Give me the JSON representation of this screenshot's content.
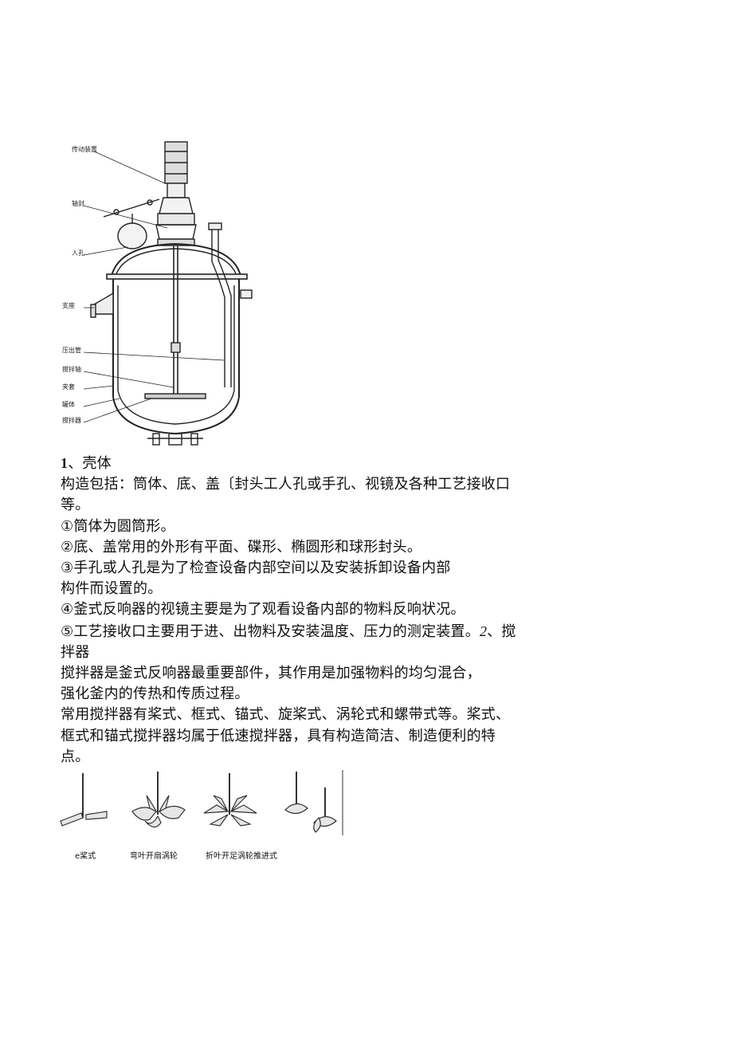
{
  "reactor_figure": {
    "labels": {
      "drive": "传动装置",
      "seal": "轴封",
      "manhole": "人孔",
      "support": "支座",
      "press_pipe": "压出管",
      "shaft": "搅拌轴",
      "jacket": "夹套",
      "kettle": "罐体",
      "agitator": "搅拌器"
    }
  },
  "text": {
    "heading_num": "1",
    "heading_text": "、壳体",
    "l2": "构造包括：筒体、底、盖〔封头工人孔或手孔、视镜及各种工艺接收口",
    "l3": "等。",
    "l4": "①筒体为圆筒形。",
    "l5": "②底、盖常用的外形有平面、碟形、椭圆形和球形封头。",
    "l6": "③手孔或人孔是为了检查设备内部空间以及安装拆卸设备内部",
    "l7": "构件而设置的。",
    "l8": "④釜式反响器的视镜主要是为了观看设备内部的物料反响状况。",
    "l9a": "⑤工艺接收口主要用于进、出物料及安装温度、压力的测定装置。",
    "l9b": "2",
    "l9c": "、搅",
    "l10": "拌器",
    "l11": "搅拌器是釜式反响器最重要部件，其作用是加强物料的均匀混合，",
    "l12": "强化釜内的传热和传质过程。",
    "l13": "常用搅拌器有桨式、框式、锚式、旋桨式、涡轮式和螺带式等。桨式、",
    "l14": "框式和锚式搅拌器均属于低速搅拌器，具有构造简洁、制造便利的特",
    "l15": "点。"
  },
  "impeller_figure": {
    "captions": [
      "e桨式",
      "弯叶开扇涡轮",
      "折叶开足涡轮推进式"
    ]
  }
}
